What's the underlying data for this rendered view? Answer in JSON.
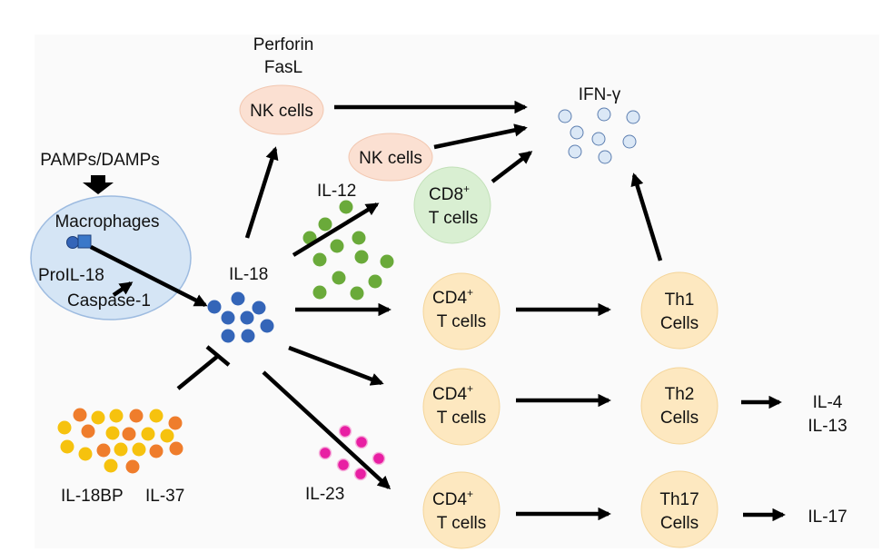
{
  "labels": {
    "perforin": "Perforin",
    "fasl": "FasL",
    "nk_cells_top": "NK cells",
    "nk_cells_mid": "NK cells",
    "ifn": "IFN-γ",
    "pamps": "PAMPs/DAMPs",
    "macrophages": "Macrophages",
    "proil18": "ProIL-18",
    "caspase": "Caspase-1",
    "il18": "IL-18",
    "il12": "IL-12",
    "il23": "IL-23",
    "cd8_line1": "CD8",
    "cd8_sup": "+",
    "cd8_line2": "T cells",
    "cd4_line1": "CD4",
    "cd4_sup": "+",
    "cd4_line2": "T cells",
    "th1_line1": "Th1",
    "th2_line1": "Th2",
    "th17_line1": "Th17",
    "th_line2": "Cells",
    "il4": "IL-4",
    "il13": "IL-13",
    "il17": "IL-17",
    "il18bp": "IL-18BP",
    "il37": "IL-37"
  },
  "colors": {
    "nk": "#fbe0d2",
    "macrophage": "#d5e5f5",
    "macrophage_stroke": "#9dbbe0",
    "cd8": "#d9efd2",
    "cd4": "#fde8c0",
    "il18_dot": "#3465b8",
    "il12_dot": "#6aaa3a",
    "il23_dot": "#e81fa3",
    "ifn_dot": "#dbe8f6",
    "il18bp_dot": "#f6c20e",
    "il37_dot": "#ef7d2c",
    "arrow": "#000000"
  }
}
